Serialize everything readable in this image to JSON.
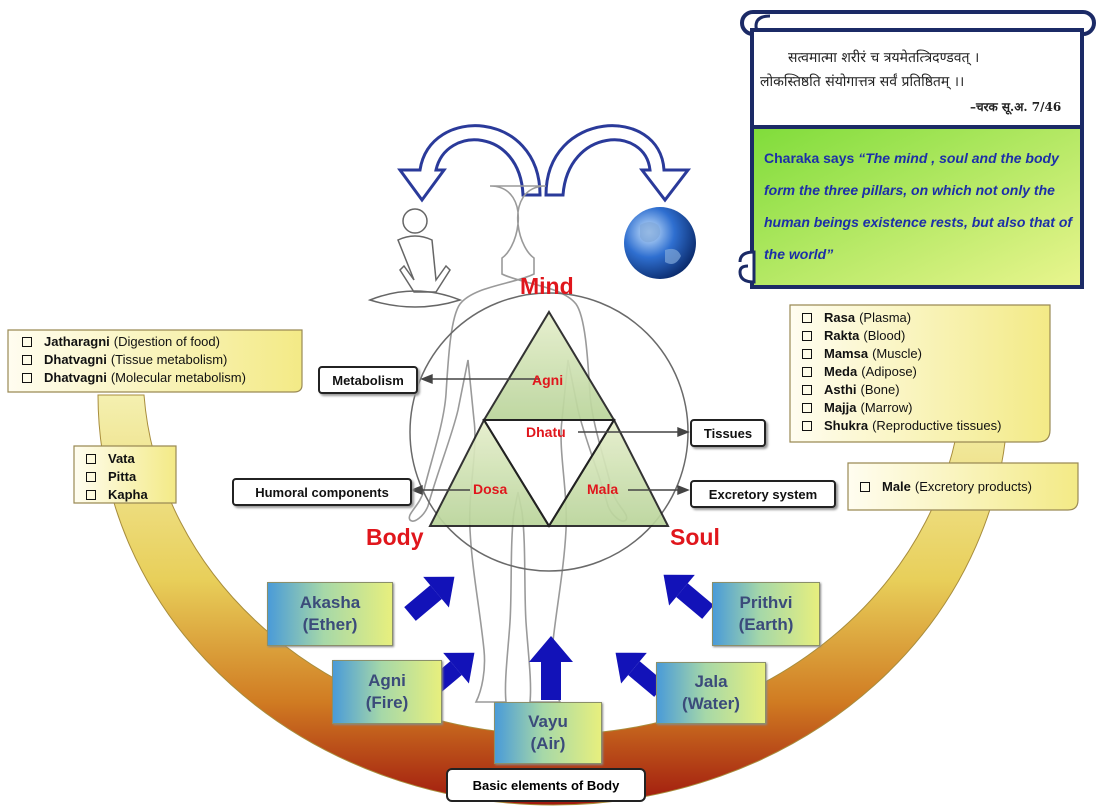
{
  "verse": {
    "line1": "सत्वमात्मा शरीरं च त्रयमेतत्त्रिदण्डवत् ।",
    "line2": "लोकस्तिष्ठति संयोगात्तत्र सर्वं प्रतिष्ठितम् ।।",
    "citation": "–चरक सू.अ. 7/46"
  },
  "quote": {
    "prefix": "Charaka says ",
    "text": "“The mind , soul and the body form the three pillars, on which not only the human beings existence rests, but also that of the world”"
  },
  "pillars": {
    "mind": "Mind",
    "body": "Body",
    "soul": "Soul"
  },
  "triangle": {
    "agni": "Agni",
    "dhatu": "Dhatu",
    "dosa": "Dosa",
    "mala": "Mala"
  },
  "tags": {
    "metabolism": "Metabolism",
    "tissues": "Tissues",
    "humoral": "Humoral components",
    "excretory": "Excretory system"
  },
  "agni_list": [
    {
      "name": "Jatharagni",
      "desc": "(Digestion of food)"
    },
    {
      "name": "Dhatvagni",
      "desc": "(Tissue metabolism)"
    },
    {
      "name": "Dhatvagni",
      "desc": "(Molecular metabolism)"
    }
  ],
  "dosa_list": [
    {
      "name": "Vata",
      "desc": ""
    },
    {
      "name": "Pitta",
      "desc": ""
    },
    {
      "name": "Kapha",
      "desc": ""
    }
  ],
  "dhatu_list": [
    {
      "name": "Rasa",
      "desc": "(Plasma)"
    },
    {
      "name": "Rakta",
      "desc": "(Blood)"
    },
    {
      "name": "Mamsa",
      "desc": "(Muscle)"
    },
    {
      "name": "Meda",
      "desc": "(Adipose)"
    },
    {
      "name": "Asthi",
      "desc": "(Bone)"
    },
    {
      "name": "Majja",
      "desc": "(Marrow)"
    },
    {
      "name": "Shukra",
      "desc": "(Reproductive tissues)"
    }
  ],
  "mala_list": [
    {
      "name": "Male",
      "desc": "(Excretory products)"
    }
  ],
  "elements": {
    "akasha": {
      "name": "Akasha",
      "sub": "(Ether)"
    },
    "agni": {
      "name": "Agni",
      "sub": "(Fire)"
    },
    "vayu": {
      "name": "Vayu",
      "sub": "(Air)"
    },
    "jala": {
      "name": "Jala",
      "sub": "(Water)"
    },
    "prithvi": {
      "name": "Prithvi",
      "sub": "(Earth)"
    }
  },
  "basic_elements": "Basic elements of Body",
  "colors": {
    "accent_red": "#e0161c",
    "quote_blue": "#1c2fa8",
    "arrow_blue": "#1212b8"
  }
}
